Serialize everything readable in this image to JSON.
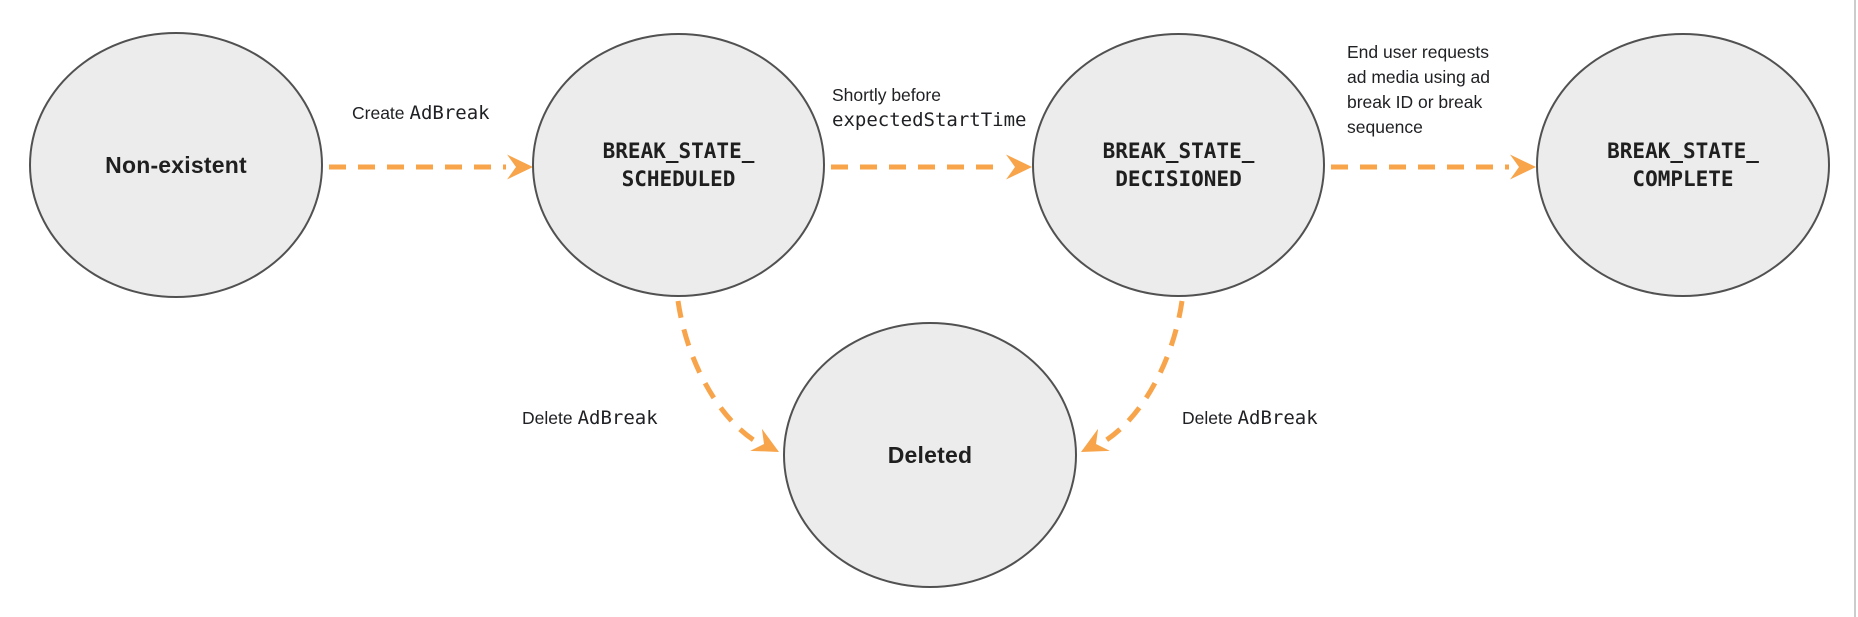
{
  "diagram": {
    "type": "state-diagram",
    "description_colors": {
      "arrow": "#F7A44A",
      "node_fill": "#ECECEC",
      "node_stroke": "#515151",
      "text": "#202124",
      "page_edge_line": "#CCCCCC"
    }
  },
  "nodes": {
    "non_existent": {
      "label": "Non-existent"
    },
    "scheduled": {
      "lines": [
        "BREAK_STATE_",
        "SCHEDULED"
      ]
    },
    "decisioned": {
      "lines": [
        "BREAK_STATE_",
        "DECISIONED"
      ]
    },
    "complete": {
      "lines": [
        "BREAK_STATE_",
        "COMPLETE"
      ]
    },
    "deleted": {
      "label": "Deleted"
    }
  },
  "edges": {
    "create": {
      "text": "Create",
      "code": "AdBreak"
    },
    "shortly_before": {
      "text": "Shortly before",
      "code": "expectedStartTime"
    },
    "end_user": {
      "lines": [
        "End user requests",
        "ad media using ad",
        "break ID or break",
        "sequence"
      ]
    },
    "delete_left": {
      "text": "Delete",
      "code": "AdBreak"
    },
    "delete_right": {
      "text": "Delete",
      "code": "AdBreak"
    }
  }
}
